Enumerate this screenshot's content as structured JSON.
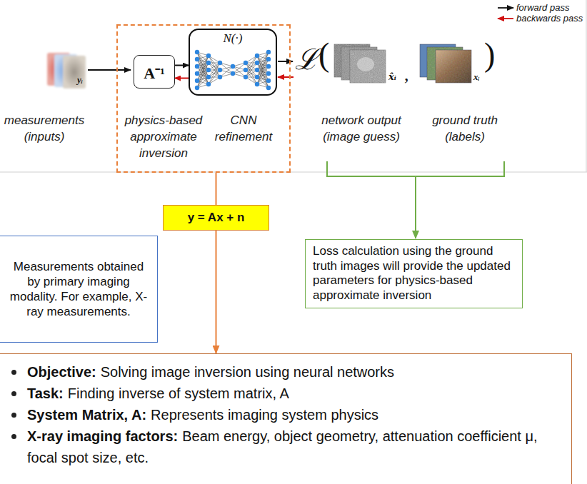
{
  "diagram": {
    "nodes": [
      {
        "text": [
          "physics-based approximate inversion",
          "CNN refinement"
        ]
      },
      {
        "text": [
          "A⁻¹"
        ],
        "in": 0
      },
      {
        "text": [
          "N(·)"
        ],
        "in": 0
      },
      {
        "text": [
          "y = Ax + n"
        ]
      },
      {
        "text": [
          "Measurements obtained by primary imaging modality. For example, X-ray measurements."
        ]
      },
      {
        "text": [
          "Loss calculation using the ground truth images will provide the updated parameters for physics-based approximate inversion"
        ]
      },
      {
        "text": [
          "Objective:",
          "Solving image inversion using neural networks",
          "Task:",
          "Finding inverse of system matrix, A",
          "System Matrix, A:",
          "Represents imaging system physics",
          "X-ray imaging factors:",
          "Beam energy, object geometry, attenuation coefficient μ, focal spot size, etc."
        ]
      }
    ],
    "edges": [
      {
        "from": 1,
        "to": 2,
        "arrow": "to"
      },
      {
        "from": 2,
        "to": 1,
        "arrow": "to"
      },
      {
        "from": 0,
        "to": 3,
        "arrow": "none"
      },
      {
        "from": 3,
        "to": 6,
        "arrow": "to"
      }
    ],
    "labels": [
      "yᵢ",
      "measurements (inputs)",
      "ℒ",
      "(",
      "x̂ᵢ",
      ",",
      "xᵢ",
      ")",
      "network output (image guess)",
      "ground truth (labels)"
    ],
    "legend": [
      {
        "text": "forward pass"
      },
      {
        "text": "backwards pass"
      }
    ]
  }
}
